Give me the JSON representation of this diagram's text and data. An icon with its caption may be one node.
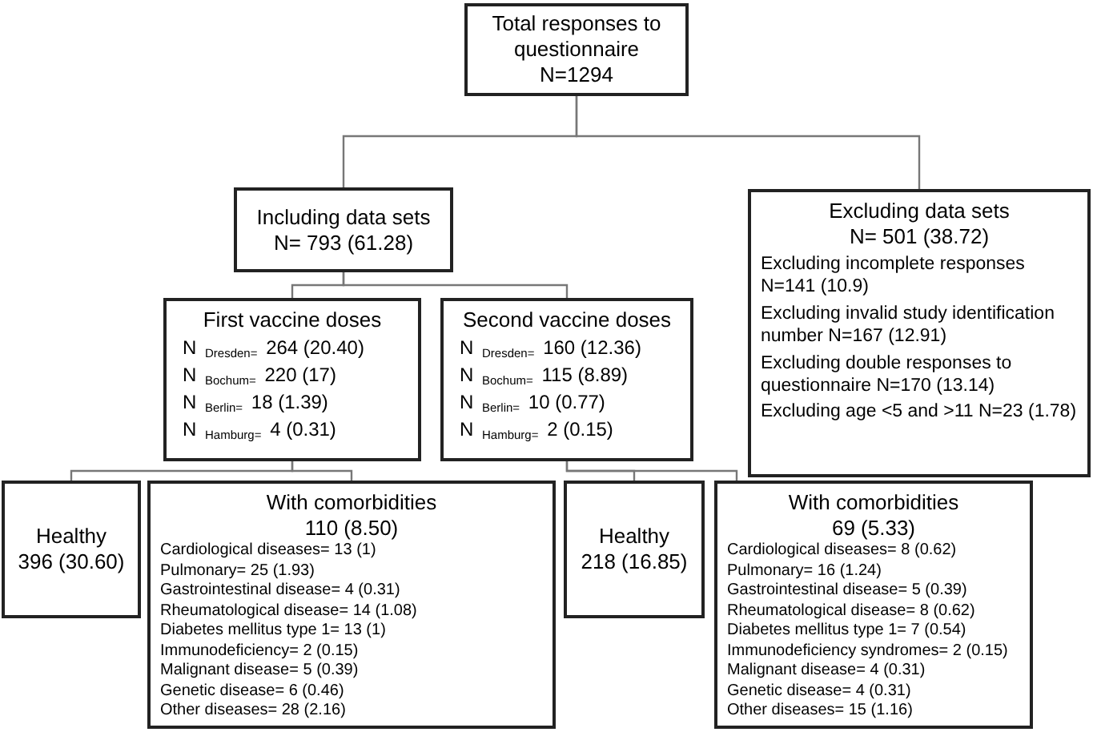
{
  "diagram": {
    "nodes": [
      {
        "text": [
          "Total responses to questionnaire",
          "N=1294"
        ]
      },
      {
        "text": [
          "Including data sets",
          "N= 793 (61.28)"
        ]
      },
      {
        "text": [
          "Excluding data sets",
          "N= 501 (38.72)",
          "Excluding incomplete responses N=141 (10.9)",
          "Excluding invalid study identification number N=167 (12.91)",
          "Excluding double responses to questionnaire N=170 (13.14)",
          "Excluding age <5 and >11 N=23 (1.78)"
        ]
      },
      {
        "text": [
          "First vaccine doses",
          "N $_{Dresden=}$ 264 (20.40)",
          "N $_{Bochum=}$ 220 (17)",
          "N $_{Berlin=}$ 18 (1.39)",
          "N $_{Hamburg=}$ 4 (0.31)"
        ]
      },
      {
        "text": [
          "Second vaccine doses",
          "N $_{Dresden=}$ 160 (12.36)",
          "N $_{Bochum=}$ 115 (8.89)",
          "N $_{Berlin=}$ 10 (0.77)",
          "N $_{Hamburg=}$ 2 (0.15)"
        ]
      },
      {
        "text": [
          "Healthy",
          "396 (30.60)"
        ]
      },
      {
        "text": [
          "With comorbidities",
          "110 (8.50)",
          "Cardiological diseases= 13 (1)",
          "Pulmonary= 25 (1.93)",
          "Gastrointestinal disease= 4 (0.31)",
          "Rheumatological disease= 14 (1.08)",
          "Diabetes mellitus type 1= 13 (1)",
          "Immunodeficiency= 2 (0.15)",
          "Malignant disease= 5 (0.39)",
          "Genetic disease= 6 (0.46)",
          "Other diseases= 28 (2.16)"
        ]
      },
      {
        "text": [
          "Healthy",
          "218 (16.85)"
        ]
      },
      {
        "text": [
          "With comorbidities",
          "69 (5.33)",
          "Cardiological diseases= 8 (0.62)",
          "Pulmonary= 16 (1.24)",
          "Gastrointestinal disease= 5 (0.39)",
          "Rheumatological disease= 8 (0.62)",
          "Diabetes mellitus type 1= 7 (0.54)",
          "Immunodeficiency syndromes= 2 (0.15)",
          "Malignant disease= 4 (0.31)",
          "Genetic disease= 4 (0.31)",
          "Other diseases= 15 (1.16)"
        ]
      }
    ],
    "edges": [
      {
        "from": 0,
        "to": 1,
        "arrow": "none"
      },
      {
        "from": 0,
        "to": 2,
        "arrow": "none"
      },
      {
        "from": 1,
        "to": 3,
        "arrow": "none"
      },
      {
        "from": 1,
        "to": 4,
        "arrow": "none"
      },
      {
        "from": 3,
        "to": 5,
        "arrow": "none"
      },
      {
        "from": 3,
        "to": 6,
        "arrow": "none"
      },
      {
        "from": 4,
        "to": 7,
        "arrow": "none"
      },
      {
        "from": 4,
        "to": 8,
        "arrow": "none"
      }
    ]
  }
}
